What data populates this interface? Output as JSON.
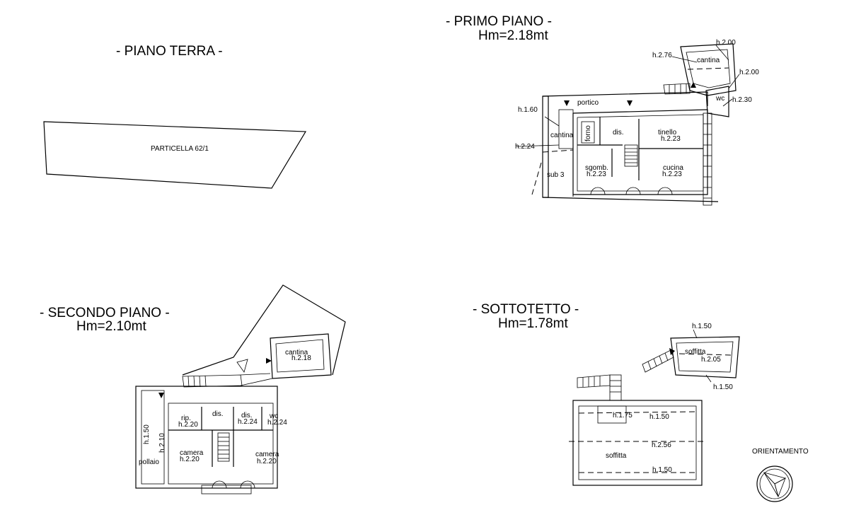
{
  "plans": {
    "piano_terra": {
      "title": "- PIANO TERRA -",
      "parcel": "PARTICELLA 62/1"
    },
    "primo_piano": {
      "title": "- PRIMO PIANO -",
      "hm": "Hm=2.18mt",
      "labels": {
        "cantina_top": "cantina",
        "h200a": "h.2.00",
        "h276": "h.2.76",
        "h200b": "h.2.00",
        "wc": "wc",
        "h230": "h.2.30",
        "portico": "portico",
        "h160": "h.1.60",
        "cantina": "cantina",
        "forno": "forno",
        "dis": "dis.",
        "tinello": "tinello",
        "h223a": "h.2.23",
        "h224": "h.2.24",
        "sgomb": "sgomb.",
        "h223b": "h.2.23",
        "cucina": "cucina",
        "h223c": "h.2.23",
        "sub3": "sub 3"
      }
    },
    "secondo_piano": {
      "title": "- SECONDO PIANO -",
      "hm": "Hm=2.10mt",
      "labels": {
        "cantina": "cantina",
        "h218": "h.2.18",
        "rip": "rip.",
        "h220a": "h.2.20",
        "dis1": "dis.",
        "dis2": "dis.",
        "h224a": "h.2.24",
        "wc": "wc",
        "h224b": "h.2.24",
        "h150": "h.1.50",
        "h210": "h.2.10",
        "camera1": "camera",
        "h220b": "h.2.20",
        "camera2": "camera",
        "h220c": "h.2.20",
        "pollaio": "pollaio"
      }
    },
    "sottotetto": {
      "title": "- SOTTOTETTO -",
      "hm": "Hm=1.78mt",
      "labels": {
        "h150a": "h.1.50",
        "soffitta_small": "soffitta",
        "h205": "h.2.05",
        "h150b": "h.1.50",
        "h175": "h.1.75",
        "h150c": "h.1.50",
        "h256": "h.2.56",
        "soffitta": "soffitta",
        "h150d": "h.1.50"
      }
    }
  },
  "orientation": {
    "label": "ORIENTAMENTO"
  }
}
